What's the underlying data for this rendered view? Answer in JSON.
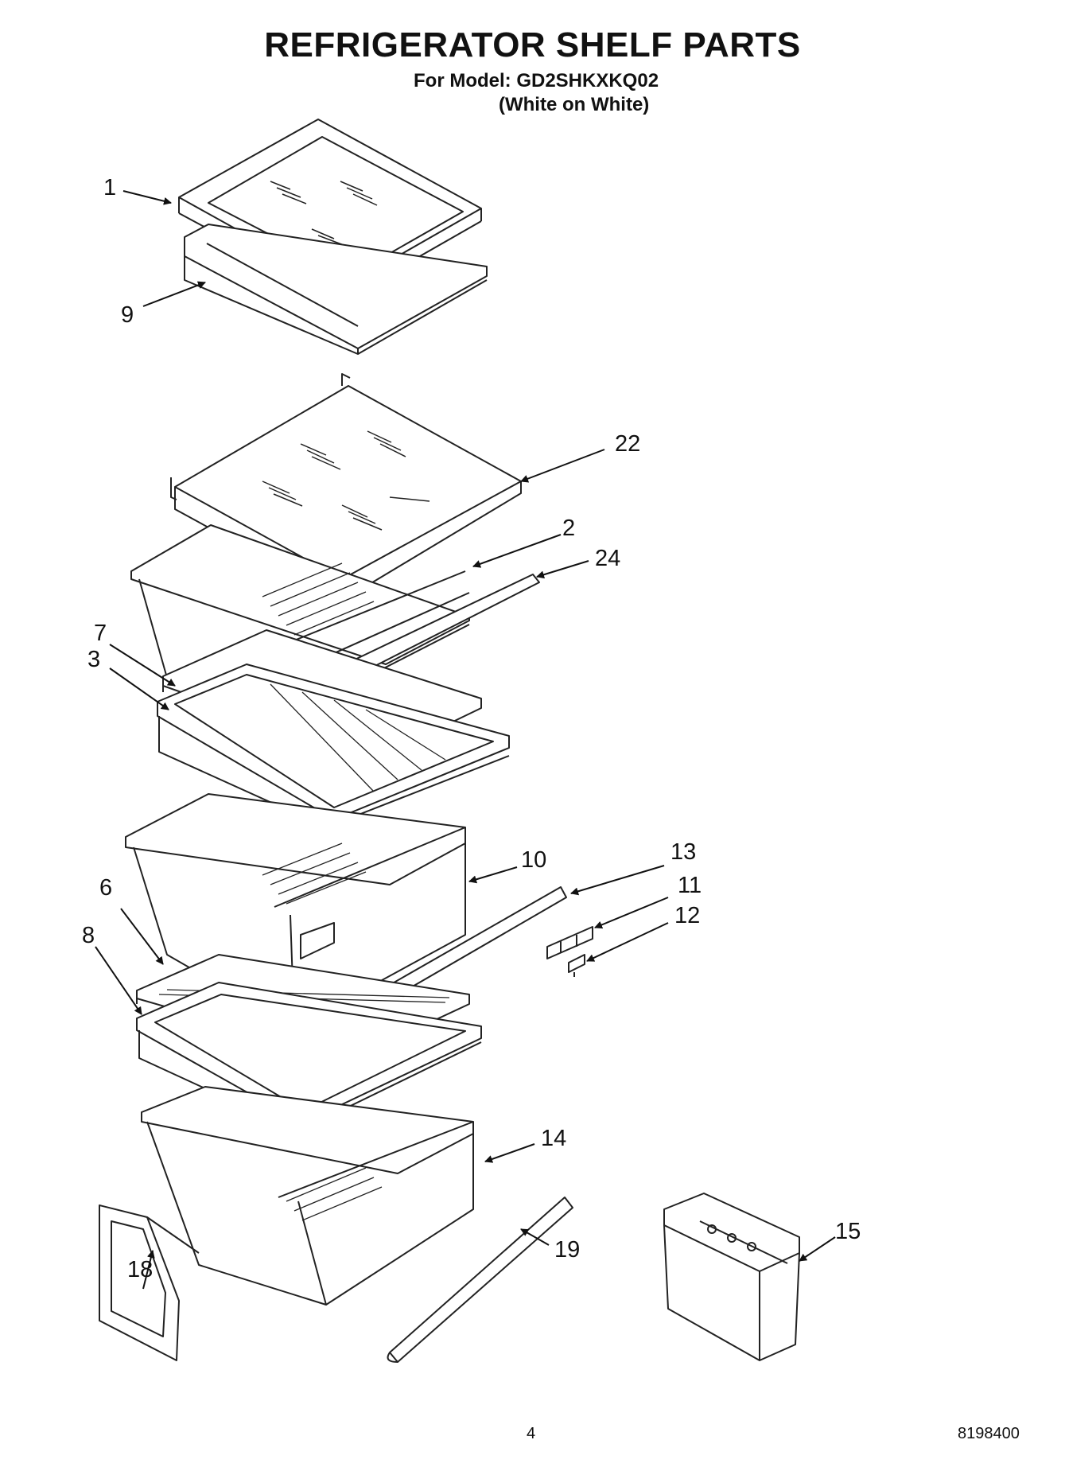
{
  "header": {
    "title": "REFRIGERATOR SHELF PARTS",
    "model_line": "For Model: GD2SHKXKQ02",
    "color_line": "(White on White)"
  },
  "callouts": [
    "1",
    "9",
    "22",
    "2",
    "24",
    "7",
    "3",
    "10",
    "13",
    "11",
    "12",
    "6",
    "8",
    "14",
    "18",
    "15",
    "19"
  ],
  "footer": {
    "page_number": "4",
    "doc_number": "8198400"
  }
}
